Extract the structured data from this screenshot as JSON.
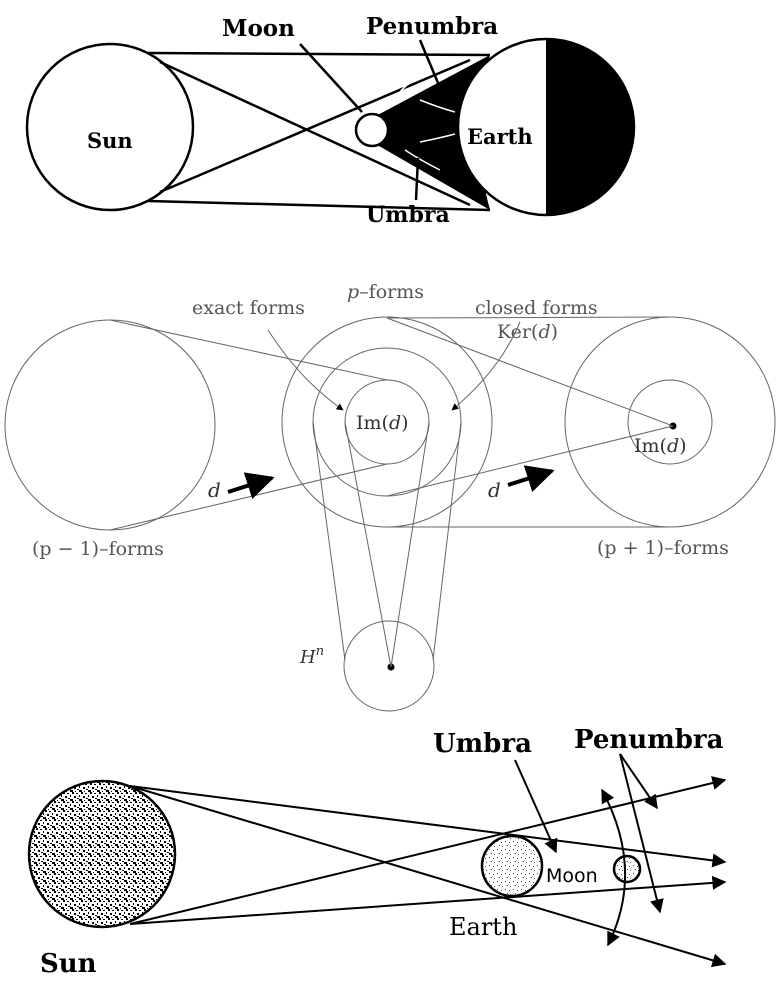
{
  "solar_eclipse": {
    "sun": "Sun",
    "moon": "Moon",
    "penumbra": "Penumbra",
    "earth": "Earth",
    "umbra": "Umbra"
  },
  "forms": {
    "exact_forms": "exact forms",
    "p_forms_var": "p",
    "p_forms_suffix": "–forms",
    "closed_forms": "closed forms",
    "ker": "Ker(",
    "ker_var": "d",
    "ker_close": ")",
    "im_center": "Im(",
    "im_center_var": "d",
    "im_center_close": ")",
    "im_right": "Im(",
    "im_right_var": "d",
    "im_right_close": ")",
    "d_left": "d",
    "d_right": "d",
    "pm1_forms": "(p − 1)–forms",
    "pp1_forms": "(p + 1)–forms",
    "cohomology_base": "H",
    "cohomology_sup": "n"
  },
  "lunar_eclipse": {
    "umbra": "Umbra",
    "penumbra": "Penumbra",
    "moon": "Moon",
    "earth": "Earth",
    "sun": "Sun"
  }
}
